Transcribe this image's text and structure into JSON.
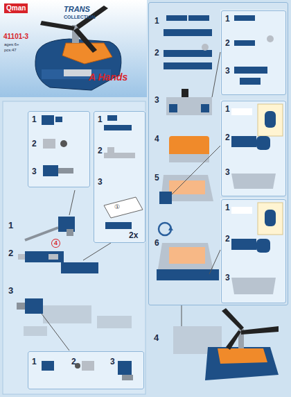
{
  "diagram": {
    "title": "A Hands",
    "nodes": [
      {
        "text": [
          "1",
          "2",
          "3"
        ]
      },
      {
        "text": [
          "1",
          "2",
          "3",
          "2x"
        ]
      },
      {
        "text": [
          "1",
          "2",
          "3"
        ]
      },
      {
        "text": [
          "1",
          "2",
          "3",
          "4",
          "5",
          "6"
        ]
      },
      {
        "text": [
          "1",
          "2",
          "3"
        ],
        "in": 3
      },
      {
        "text": [
          "1",
          "2",
          "3"
        ],
        "in": 3
      },
      {
        "text": [
          "1",
          "2",
          "3"
        ],
        "in": 3
      }
    ],
    "labels": [
      "Qman",
      "TRANS",
      "COLLECTION",
      "41101-3",
      "ages:6+",
      "pcs:47",
      "①",
      "1",
      "4",
      "2",
      "3",
      "4"
    ]
  }
}
